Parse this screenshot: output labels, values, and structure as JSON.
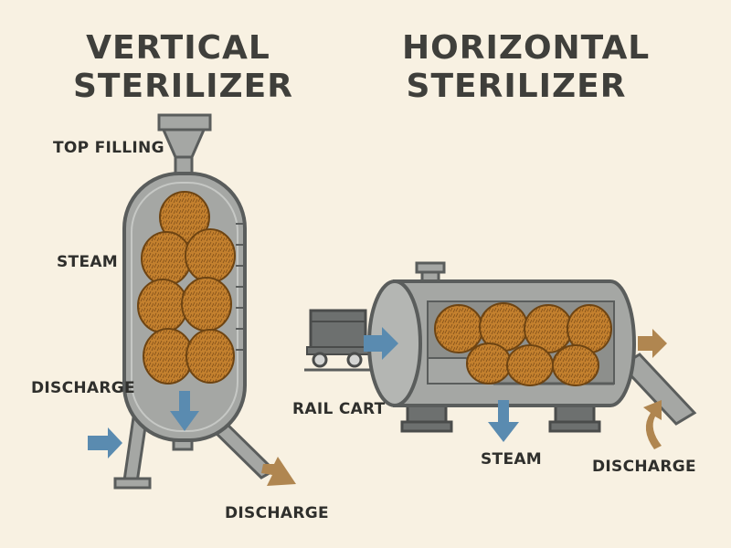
{
  "vertical": {
    "title_line1": "VERTICAL",
    "title_line2": "STERILIZER",
    "labels": {
      "top_filling": "TOP FILLING",
      "steam": "STEAM",
      "discharge_side": "DISCHARGE",
      "discharge_bottom": "DISCHARGE"
    }
  },
  "horizontal": {
    "title_line1": "HORIZONTAL",
    "title_line2": "STERILIZER",
    "labels": {
      "rail_cart": "RAIL CART",
      "steam": "STEAM",
      "discharge": "DISCHARGE"
    }
  },
  "colors": {
    "background": "#f8f1e2",
    "vessel": "#a5a7a4",
    "vessel_dark": "#5a5d5c",
    "fruit": "#c3802e",
    "steam_arrow": "#5a8bb0",
    "discharge_arrow": "#b08650"
  }
}
